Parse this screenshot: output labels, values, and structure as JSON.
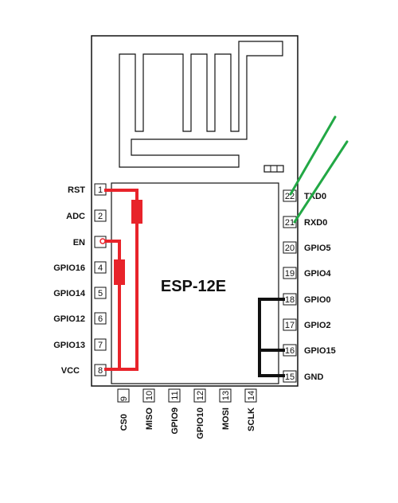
{
  "module": {
    "name": "ESP-12E"
  },
  "pins_left": [
    {
      "num": "1",
      "label": "RST"
    },
    {
      "num": "2",
      "label": "ADC"
    },
    {
      "num": "",
      "label": "EN"
    },
    {
      "num": "4",
      "label": "GPIO16"
    },
    {
      "num": "5",
      "label": "GPIO14"
    },
    {
      "num": "6",
      "label": "GPIO12"
    },
    {
      "num": "7",
      "label": "GPIO13"
    },
    {
      "num": "8",
      "label": "VCC"
    }
  ],
  "pins_right": [
    {
      "num": "22",
      "label": "TXD0"
    },
    {
      "num": "21",
      "label": "RXD0"
    },
    {
      "num": "20",
      "label": "GPIO5"
    },
    {
      "num": "19",
      "label": "GPIO4"
    },
    {
      "num": "18",
      "label": "GPIO0"
    },
    {
      "num": "17",
      "label": "GPIO2"
    },
    {
      "num": "16",
      "label": "GPIO15"
    },
    {
      "num": "15",
      "label": "GND"
    }
  ],
  "pins_bottom": [
    {
      "num": "9",
      "label": "CS0"
    },
    {
      "num": "10",
      "label": "MISO"
    },
    {
      "num": "11",
      "label": "GPIO9"
    },
    {
      "num": "12",
      "label": "GPIO10"
    },
    {
      "num": "13",
      "label": "MOSI"
    },
    {
      "num": "14",
      "label": "SCLK"
    }
  ],
  "colors": {
    "outline": "#111111",
    "pullup_wires": "#e8232a",
    "ground_wires": "#111111",
    "serial_wires": "#22a845"
  }
}
